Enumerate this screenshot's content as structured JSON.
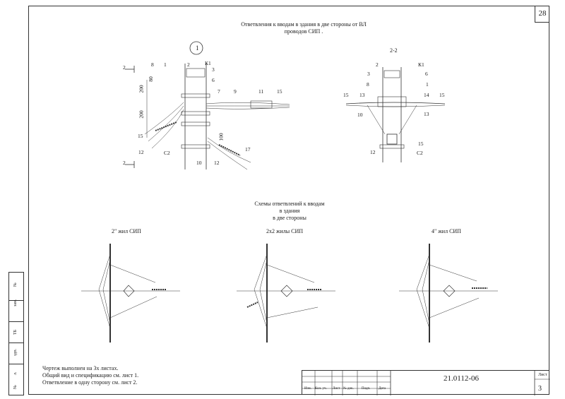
{
  "page_number": "28",
  "title_line1": "Ответвления к вводам в здания в две стороны от ВЛ",
  "title_line2": "проводов СИП .",
  "view_number": "1",
  "section_label": "2-2",
  "cut_label": "2",
  "left_view": {
    "labels": [
      "8",
      "1",
      "2",
      "К1",
      "3",
      "6",
      "7",
      "9",
      "11",
      "15",
      "15",
      "12",
      "С2",
      "10",
      "12",
      "17"
    ],
    "dims": [
      "80",
      "200",
      "200",
      "100"
    ]
  },
  "right_view": {
    "labels": [
      "2",
      "К1",
      "3",
      "6",
      "8",
      "1",
      "15",
      "13",
      "14",
      "15",
      "13",
      "10",
      "15",
      "12",
      "С2"
    ]
  },
  "schemes_title_line1": "Схемы ответвлений к вводам",
  "schemes_title_line2": "в здания",
  "schemes_title_line3": "в две стороны",
  "scheme_titles": [
    "2\" жил СИП",
    "2x2 жилы СИП",
    "4\" жил СИП"
  ],
  "notes": [
    "Чертеж выполнен на 3х листах.",
    "Общий вид и спецификацию см. лист 1.",
    "Ответвление в одну сторону см. лист 2."
  ],
  "sidebar_labels": [
    "№",
    "зам.",
    "ТБ",
    "здп.",
    "л.",
    "№"
  ],
  "stamp": {
    "code": "21.0112-06",
    "columns": [
      "Изм.",
      "Кол. уч.",
      "Лист",
      "№ док.",
      "Подп.",
      "Дата"
    ],
    "sheet_label": "Лист",
    "sheet_number": "3"
  }
}
